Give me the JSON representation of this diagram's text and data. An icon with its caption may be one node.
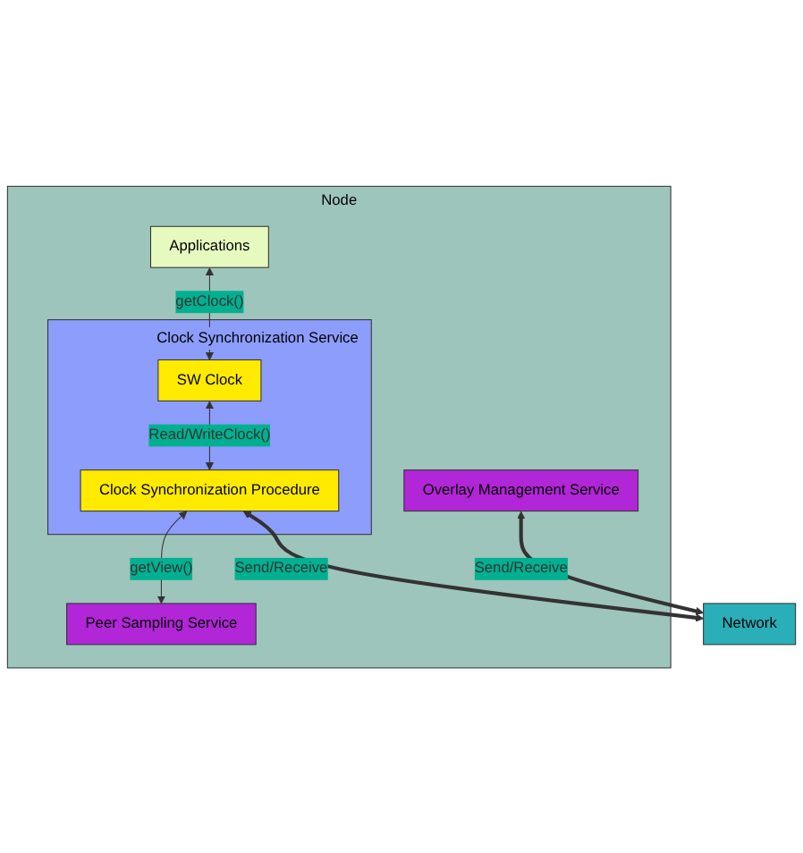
{
  "diagram": {
    "nodes": [
      {
        "text": [
          "Node"
        ]
      },
      {
        "text": [
          "Applications"
        ],
        "in": 0
      },
      {
        "text": [
          "Clock Synchronization Service"
        ],
        "in": 0
      },
      {
        "text": [
          "SW Clock"
        ],
        "in": 2
      },
      {
        "text": [
          "Clock Synchronization Procedure"
        ],
        "in": 2
      },
      {
        "text": [
          "Peer Sampling Service"
        ],
        "in": 0
      },
      {
        "text": [
          "Overlay Management Service"
        ],
        "in": 0
      },
      {
        "text": [
          "Network"
        ]
      }
    ],
    "edges": [
      {
        "from": 1,
        "to": 3,
        "arrow": "both",
        "label": "getClock()"
      },
      {
        "from": 3,
        "to": 4,
        "arrow": "both",
        "label": "Read/WriteClock()"
      },
      {
        "from": 4,
        "to": 5,
        "arrow": "both",
        "label": "getView()"
      },
      {
        "from": 6,
        "to": 7,
        "arrow": "both",
        "label": "Send/Receive",
        "style": "thick"
      },
      {
        "from": 4,
        "to": 7,
        "arrow": "both",
        "label": "Send/Receive",
        "style": "thick"
      }
    ]
  }
}
